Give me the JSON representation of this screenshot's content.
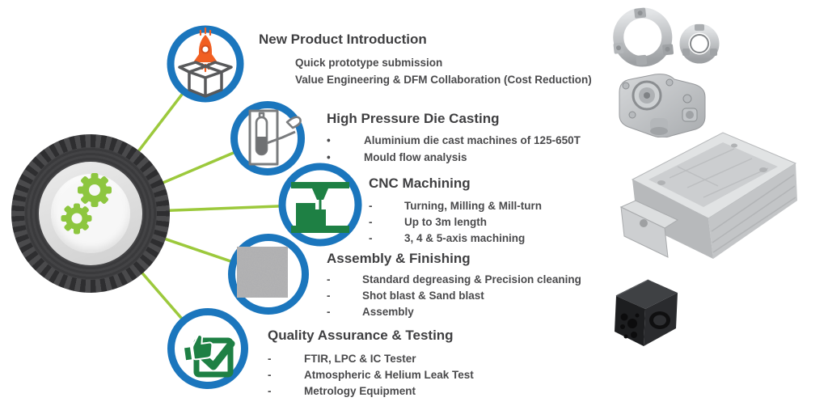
{
  "palette": {
    "blue": "#1b76bd",
    "line_green": "#9cc93c",
    "gear_green": "#8dc63f",
    "icon_green": "#1e8044",
    "orange": "#f15f22",
    "machine_gray": "#7a7c7e",
    "box_gray": "#58595b",
    "heading": "#3f3f41",
    "body": "#4a4a4c"
  },
  "process": {
    "hub": {
      "name": "tyre-with-gears"
    },
    "steps": [
      {
        "title": "New Product Introduction",
        "marker": "",
        "items": [
          "Quick prototype submission",
          "Value Engineering & DFM Collaboration (Cost Reduction)"
        ]
      },
      {
        "title": "High Pressure Die Casting",
        "marker": "•",
        "items": [
          "Aluminium die cast machines of 125-650T",
          "Mould flow analysis"
        ]
      },
      {
        "title": "CNC Machining",
        "marker": "-",
        "items": [
          "Turning, Milling & Mill-turn",
          "Up to 3m length",
          "3, 4 & 5-axis machining"
        ]
      },
      {
        "title": "Assembly & Finishing",
        "marker": "-",
        "items": [
          "Standard degreasing & Precision cleaning",
          "Shot blast & Sand blast",
          "Assembly"
        ]
      },
      {
        "title": "Quality Assurance & Testing",
        "marker": "-",
        "items": [
          "FTIR, LPC & IC Tester",
          "Atmospheric & Helium Leak Test",
          "Metrology Equipment"
        ]
      }
    ],
    "icons": [
      "rocket-launch-box-icon",
      "die-casting-machine-icon",
      "cnc-machine-icon",
      "shot-blast-texture-icon",
      "thumbs-up-checkbox-icon"
    ],
    "product_photos": [
      "aluminium-die-cast-rings",
      "die-cast-housing",
      "large-machined-housing",
      "black-anodised-block"
    ]
  }
}
